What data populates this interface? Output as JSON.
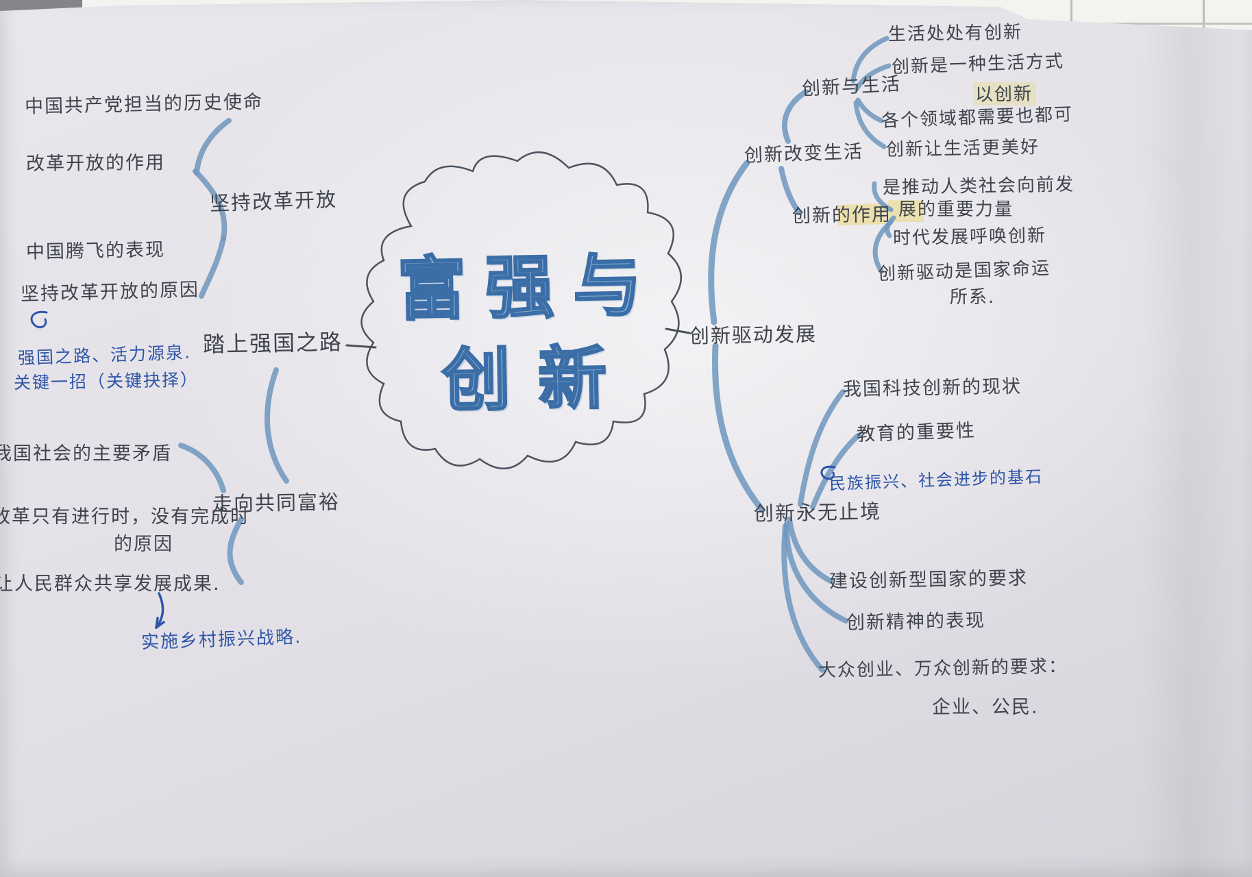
{
  "colors": {
    "branch_marker_blue": "#6f96bd",
    "pen_blue": "#2f55a8",
    "ink": "#3f434d",
    "title_fill": "#86add2",
    "title_outline": "#3b6da6",
    "highlight_yellow": "#e9d66b",
    "paper": "#e2e0e6"
  },
  "center": {
    "line1": "富强与",
    "line2": "创新"
  },
  "left": {
    "item_mission": "中国共产党担当的历史使命",
    "item_reform_role": "改革开放的作用",
    "label_reform": "坚持改革开放",
    "item_tengfei": "中国腾飞的表现",
    "item_reason": "坚持改革开放的原因",
    "note_road": "强国之路、活力源泉.",
    "note_key": "关键一招（关键抉择）",
    "label_strong": "踏上强国之路",
    "item_contradiction": "我国社会的主要矛盾",
    "item_ongoing1": "改革只有进行时，没有完成时",
    "item_ongoing2": "的原因",
    "item_share": "让人民群众共享发展成果.",
    "note_rural": "实施乡村振兴战略.",
    "label_common": "走向共同富裕"
  },
  "right": {
    "label_drive": "创新驱动发展",
    "label_change_life": "创新改变生活",
    "label_life": "创新与生活",
    "leaf_everywhere": "生活处处有创新",
    "leaf_lifestyle": "创新是一种生活方式",
    "leaf_yichuangxin": "以创新",
    "leaf_fields": "各个领域都需要也都可",
    "leaf_better": "创新让生活更美好",
    "label_role": "创新的作用",
    "leaf_push1": "是推动人类社会向前发",
    "leaf_push2": "展的重要力量",
    "leaf_era": "时代发展呼唤创新",
    "leaf_fate1": "创新驱动是国家命运",
    "leaf_fate2": "所系.",
    "label_endless": "创新永无止境",
    "leaf_status": "我国科技创新的现状",
    "leaf_edu": "教育的重要性",
    "note_edu": "民族振兴、社会进步的基石",
    "leaf_build": "建设创新型国家的要求",
    "leaf_spirit": "创新精神的表现",
    "leaf_mass": "大众创业、万众创新的要求：",
    "leaf_mass2": "企业、公民."
  }
}
